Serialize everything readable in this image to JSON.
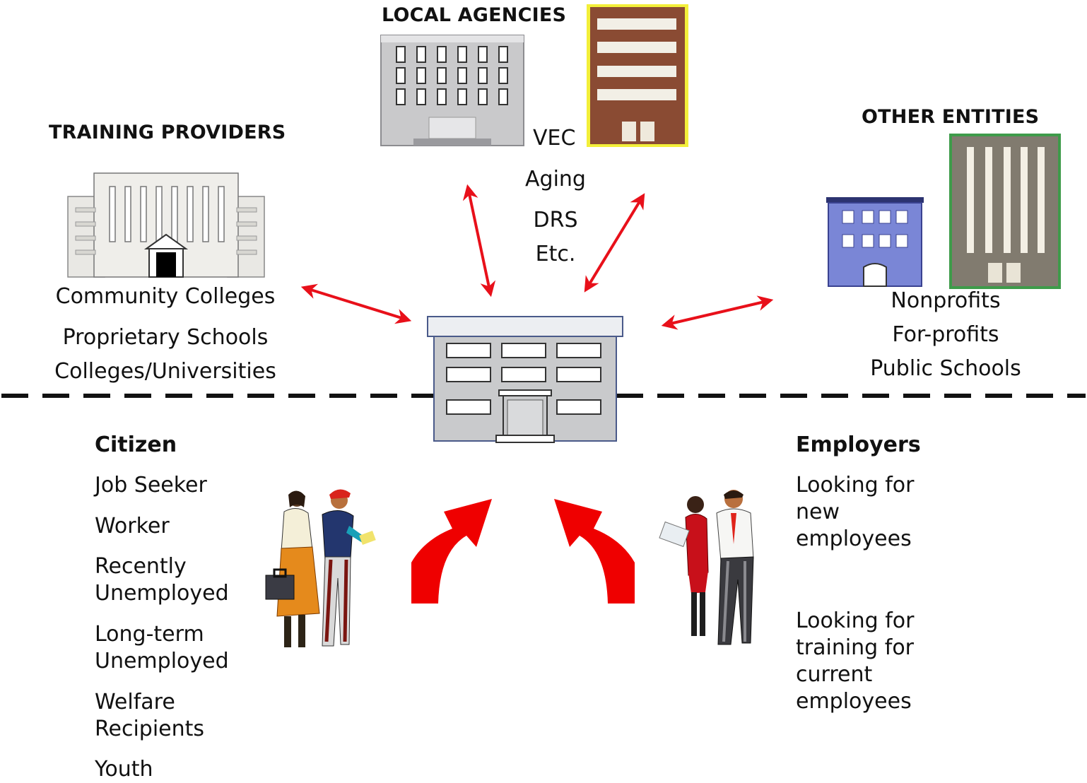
{
  "local_agencies": {
    "heading": "LOCAL AGENCIES",
    "items": [
      "VEC",
      "Aging",
      "DRS",
      "Etc."
    ]
  },
  "training_providers": {
    "heading": "TRAINING PROVIDERS",
    "items": [
      "Community Colleges",
      "Proprietary Schools",
      "Colleges/Universities"
    ]
  },
  "other_entities": {
    "heading": "OTHER ENTITIES",
    "items": [
      "Nonprofits",
      "For-profits",
      "Public Schools"
    ]
  },
  "citizen": {
    "heading": "Citizen",
    "items": [
      "Job Seeker",
      "Worker",
      "Recently Unemployed",
      "Long-term Unemployed",
      "Welfare Recipients",
      "Youth"
    ]
  },
  "employers": {
    "heading": "Employers",
    "items": [
      "Looking for new employees",
      "Looking for training for current employees"
    ]
  },
  "colors": {
    "arrow": "#e8101a",
    "divider": "#111111"
  }
}
